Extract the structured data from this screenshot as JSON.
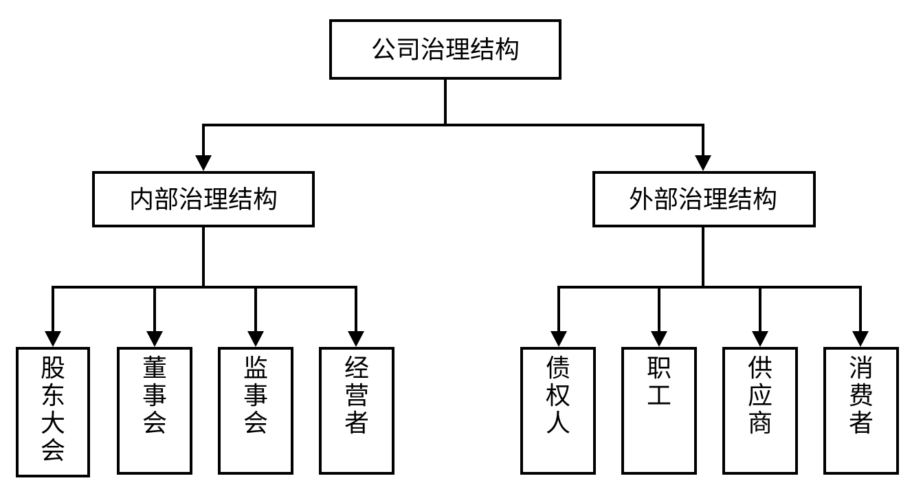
{
  "diagram": {
    "root": {
      "label": "公司治理结构"
    },
    "internal": {
      "label": "内部治理结构",
      "children": [
        "股东大会",
        "董事会",
        "监事会",
        "经营者"
      ]
    },
    "external": {
      "label": "外部治理结构",
      "children": [
        "债权人",
        "职工",
        "供应商",
        "消费者"
      ]
    }
  }
}
